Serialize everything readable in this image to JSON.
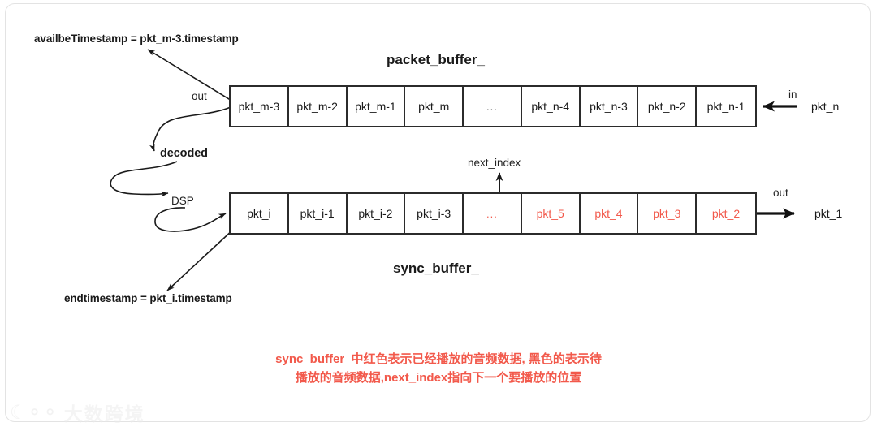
{
  "diagram": {
    "title_packet_buffer": "packet_buffer_",
    "title_sync_buffer": "sync_buffer_",
    "annotation_avail": "availbeTimestamp = pkt_m-3.timestamp",
    "annotation_end": "endtimestamp = pkt_i.timestamp",
    "label_out_top": "out",
    "label_in": "in",
    "label_pkt_in": "pkt_n",
    "label_decoded": "decoded",
    "label_dsp": "DSP",
    "label_next_index": "next_index",
    "label_out_bottom": "out",
    "label_pkt_out": "pkt_1"
  },
  "packet_buffer": {
    "cells": [
      {
        "text": "pkt_m-3",
        "played": false,
        "ellipsis": false
      },
      {
        "text": "pkt_m-2",
        "played": false,
        "ellipsis": false
      },
      {
        "text": "pkt_m-1",
        "played": false,
        "ellipsis": false
      },
      {
        "text": "pkt_m",
        "played": false,
        "ellipsis": false
      },
      {
        "text": "...",
        "played": false,
        "ellipsis": true
      },
      {
        "text": "pkt_n-4",
        "played": false,
        "ellipsis": false
      },
      {
        "text": "pkt_n-3",
        "played": false,
        "ellipsis": false
      },
      {
        "text": "pkt_n-2",
        "played": false,
        "ellipsis": false
      },
      {
        "text": "pkt_n-1",
        "played": false,
        "ellipsis": false
      }
    ]
  },
  "sync_buffer": {
    "cells": [
      {
        "text": "pkt_i",
        "played": false,
        "ellipsis": false
      },
      {
        "text": "pkt_i-1",
        "played": false,
        "ellipsis": false
      },
      {
        "text": "pkt_i-2",
        "played": false,
        "ellipsis": false
      },
      {
        "text": "pkt_i-3",
        "played": false,
        "ellipsis": false
      },
      {
        "text": "...",
        "played": true,
        "ellipsis": true
      },
      {
        "text": "pkt_5",
        "played": true,
        "ellipsis": false
      },
      {
        "text": "pkt_4",
        "played": true,
        "ellipsis": false
      },
      {
        "text": "pkt_3",
        "played": true,
        "ellipsis": false
      },
      {
        "text": "pkt_2",
        "played": true,
        "ellipsis": false
      }
    ]
  },
  "caption": {
    "line1": "sync_buffer_中红色表示已经播放的音频数据, 黑色的表示待",
    "line2": "播放的音频数据,next_index指向下一个要播放的位置"
  },
  "watermark": {
    "text": "大数跨境"
  },
  "colors": {
    "played": "#f2594b",
    "stroke": "#2b2b2b",
    "text": "#1a1a1a"
  }
}
